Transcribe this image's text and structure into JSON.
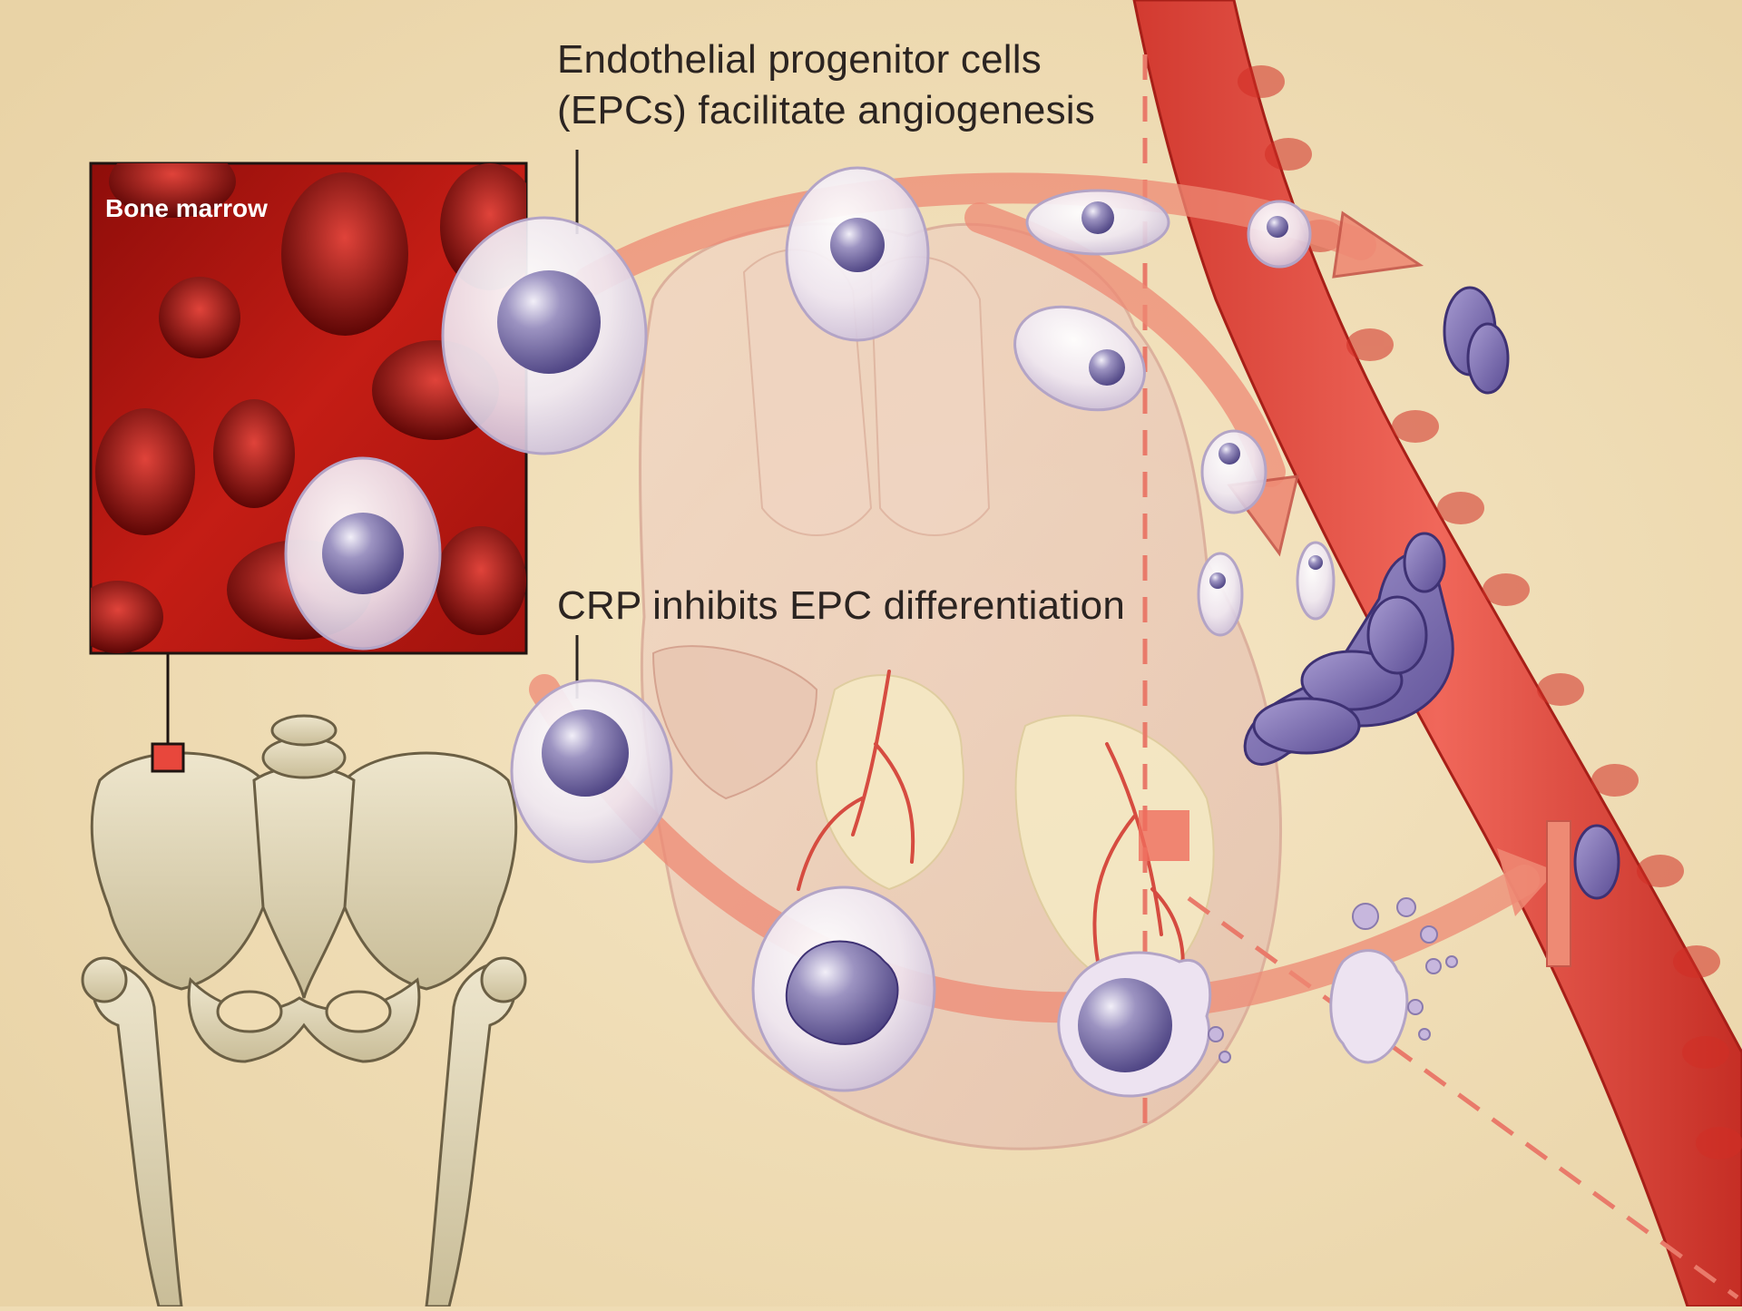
{
  "labels": {
    "epc_line1": "Endothelial progenitor cells",
    "epc_line2": "(EPCs) facilitate angiogenesis",
    "crp": "CRP inhibits EPC differentiation",
    "bone_marrow": "Bone marrow"
  },
  "colors": {
    "background": "#efdcb4",
    "marrow": "#b5140f",
    "vessel": "#e0463c",
    "arrow": "#ee8a74",
    "cell_membrane": "#e9e1ef",
    "nucleus": "#6a6196",
    "bone": "#ddd3b6",
    "text": "#2b2421"
  },
  "icons": [
    "epc-cell",
    "nucleus",
    "pelvis-skeleton",
    "blood-vessel",
    "heart-illustration",
    "inhibition-bar"
  ]
}
